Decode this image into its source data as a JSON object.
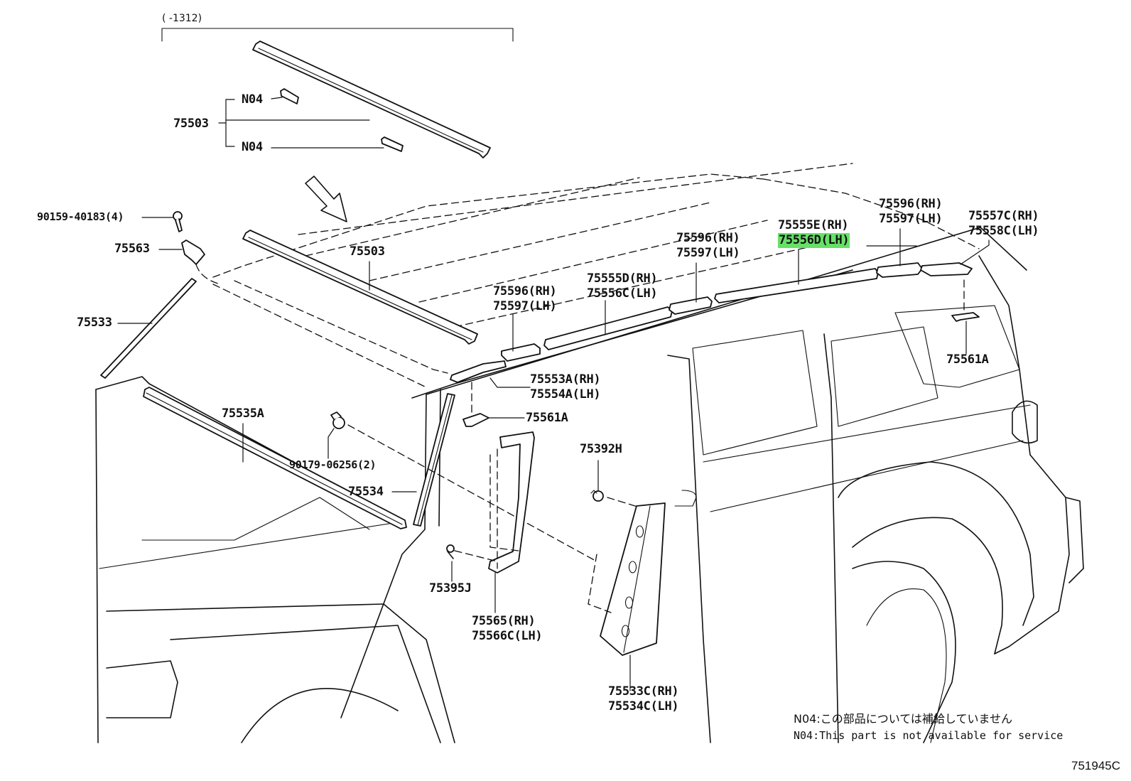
{
  "diagram": {
    "title_code": "751945C",
    "period_bracket": "(     -1312)",
    "highlight_color": "#66e066",
    "callouts": [
      {
        "id": "75503-top",
        "lines": [
          "75503"
        ]
      },
      {
        "id": "n04-upper",
        "lines": [
          "N04"
        ]
      },
      {
        "id": "n04-lower",
        "lines": [
          "N04"
        ]
      },
      {
        "id": "90159-40183",
        "lines": [
          "90159-40183(4)"
        ]
      },
      {
        "id": "75563",
        "lines": [
          "75563"
        ]
      },
      {
        "id": "75533",
        "lines": [
          "75533"
        ]
      },
      {
        "id": "75503-roof",
        "lines": [
          "75503"
        ]
      },
      {
        "id": "75535A",
        "lines": [
          "75535A"
        ]
      },
      {
        "id": "90179-06256",
        "lines": [
          "90179-06256(2)"
        ]
      },
      {
        "id": "75534",
        "lines": [
          "75534"
        ]
      },
      {
        "id": "75596-front",
        "lines": [
          "75596(RH)",
          "75597(LH)"
        ]
      },
      {
        "id": "75555D",
        "lines": [
          "75555D(RH)",
          "75556C(LH)"
        ]
      },
      {
        "id": "75596-mid",
        "lines": [
          "75596(RH)",
          "75597(LH)"
        ]
      },
      {
        "id": "75555E",
        "lines": [
          "75555E(RH)",
          "75556D(LH)"
        ],
        "highlighted_line": 1
      },
      {
        "id": "75596-rear",
        "lines": [
          "75596(RH)",
          "75597(LH)"
        ]
      },
      {
        "id": "75557C",
        "lines": [
          "75557C(RH)",
          "75558C(LH)"
        ]
      },
      {
        "id": "75561A-rear",
        "lines": [
          "75561A"
        ]
      },
      {
        "id": "75553A",
        "lines": [
          "75553A(RH)",
          "75554A(LH)"
        ]
      },
      {
        "id": "75561A-front",
        "lines": [
          "75561A"
        ]
      },
      {
        "id": "75392H",
        "lines": [
          "75392H"
        ]
      },
      {
        "id": "75395J",
        "lines": [
          "75395J"
        ]
      },
      {
        "id": "75565",
        "lines": [
          "75565(RH)",
          "75566C(LH)"
        ]
      },
      {
        "id": "75533C",
        "lines": [
          "75533C(RH)",
          "75534C(LH)"
        ]
      }
    ],
    "notes": [
      "N04:この部品については補給していません",
      "N04:This part is not available for service"
    ]
  }
}
